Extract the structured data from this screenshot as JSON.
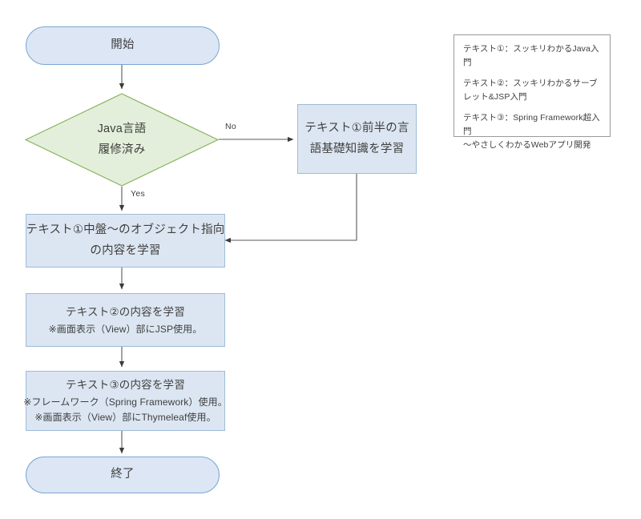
{
  "diagram": {
    "type": "flowchart",
    "title": "Java learning roadmap flowchart",
    "colors": {
      "process_fill": "#dce6f2",
      "process_stroke": "#9dbbd8",
      "terminator_fill": "#dce6f4",
      "terminator_stroke": "#7aa6d2",
      "decision_fill": "#e3efda",
      "decision_stroke": "#86b05a",
      "connector": "#595959",
      "legend_stroke": "#9a9a9a",
      "text": "#3f3f3f"
    }
  },
  "nodes": {
    "start": {
      "shape": "terminator",
      "label": "開始"
    },
    "decision": {
      "shape": "decision",
      "line1": "Java言語",
      "line2": "履修済み"
    },
    "branch_no": {
      "shape": "process",
      "line1": "テキスト①前半の言",
      "line2": "語基礎知識を学習"
    },
    "step_object": {
      "shape": "process",
      "line1": "テキスト①中盤〜のオブジェクト指向",
      "line2": "の内容を学習"
    },
    "step_text2": {
      "shape": "process",
      "title": "テキスト②の内容を学習",
      "note1": "※画面表示（View）部にJSP使用。"
    },
    "step_text3": {
      "shape": "process",
      "title": "テキスト③の内容を学習",
      "note1": "※フレームワーク（Spring Framework）使用。",
      "note2": "※画面表示（View）部にThymeleaf使用。"
    },
    "end": {
      "shape": "terminator",
      "label": "終了"
    }
  },
  "edges": {
    "no_label": "No",
    "yes_label": "Yes"
  },
  "legend": {
    "entries": [
      {
        "line1": "テキスト①：スッキリわかるJava入門",
        "line2": ""
      },
      {
        "line1": "テキスト②：スッキリわかるサーブ",
        "line2": "レット&JSP入門"
      },
      {
        "line1": "テキスト③：Spring Framework超入門",
        "line2": "〜やさしくわかるWebアプリ開発"
      }
    ]
  }
}
